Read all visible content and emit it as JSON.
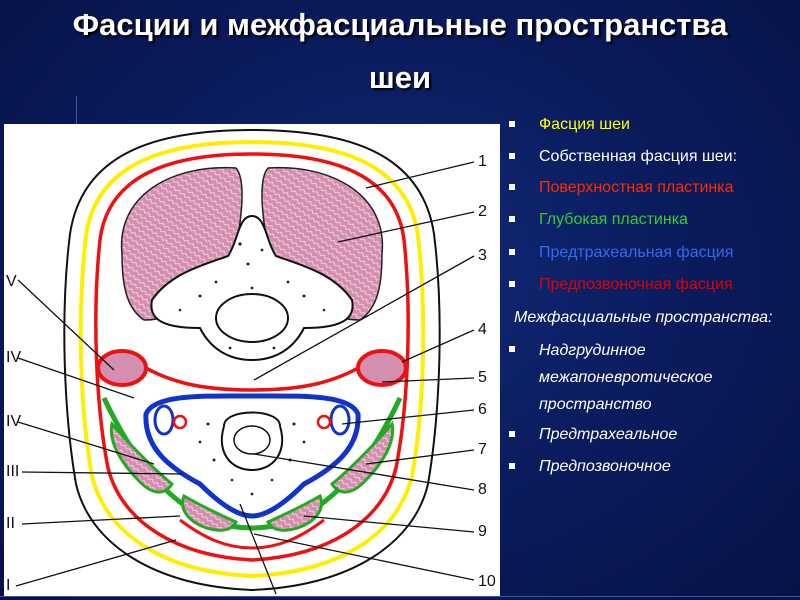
{
  "title": {
    "line1": "Фасции и межфасциальные пространства",
    "line2": "шеи"
  },
  "legend": {
    "items": [
      {
        "text": "Фасция шеи",
        "color": "#ffff00"
      },
      {
        "text": "Собственная фасция шеи:",
        "color": "#ffffff"
      },
      {
        "text": "Поверхностная пластинка",
        "color": "#ff2a00"
      },
      {
        "text": "Глубокая пластинка",
        "color": "#33cc33"
      },
      {
        "text": "Предтрахеальная фасция",
        "color": "#2f6cf0"
      },
      {
        "text": "Предпозвоночная фасция",
        "color": "#e00000"
      }
    ],
    "spaces_heading": "Межфасциальные пространства:",
    "spaces": [
      "Надгрудинное межапоневротическое пространство",
      "Предтрахеальное",
      "Предпозвоночное"
    ]
  },
  "diagram": {
    "right_labels": [
      "1",
      "2",
      "3",
      "4",
      "5",
      "6",
      "7",
      "8",
      "9",
      "10"
    ],
    "left_labels": [
      "V",
      "IV",
      "IV",
      "III",
      "II",
      "I"
    ],
    "colors": {
      "yellow_fascia": "#ffee00",
      "red_fascia": "#ee1111",
      "green_fascia": "#22aa22",
      "blue_fascia": "#1133cc",
      "muscle": "#d08aa8"
    }
  }
}
